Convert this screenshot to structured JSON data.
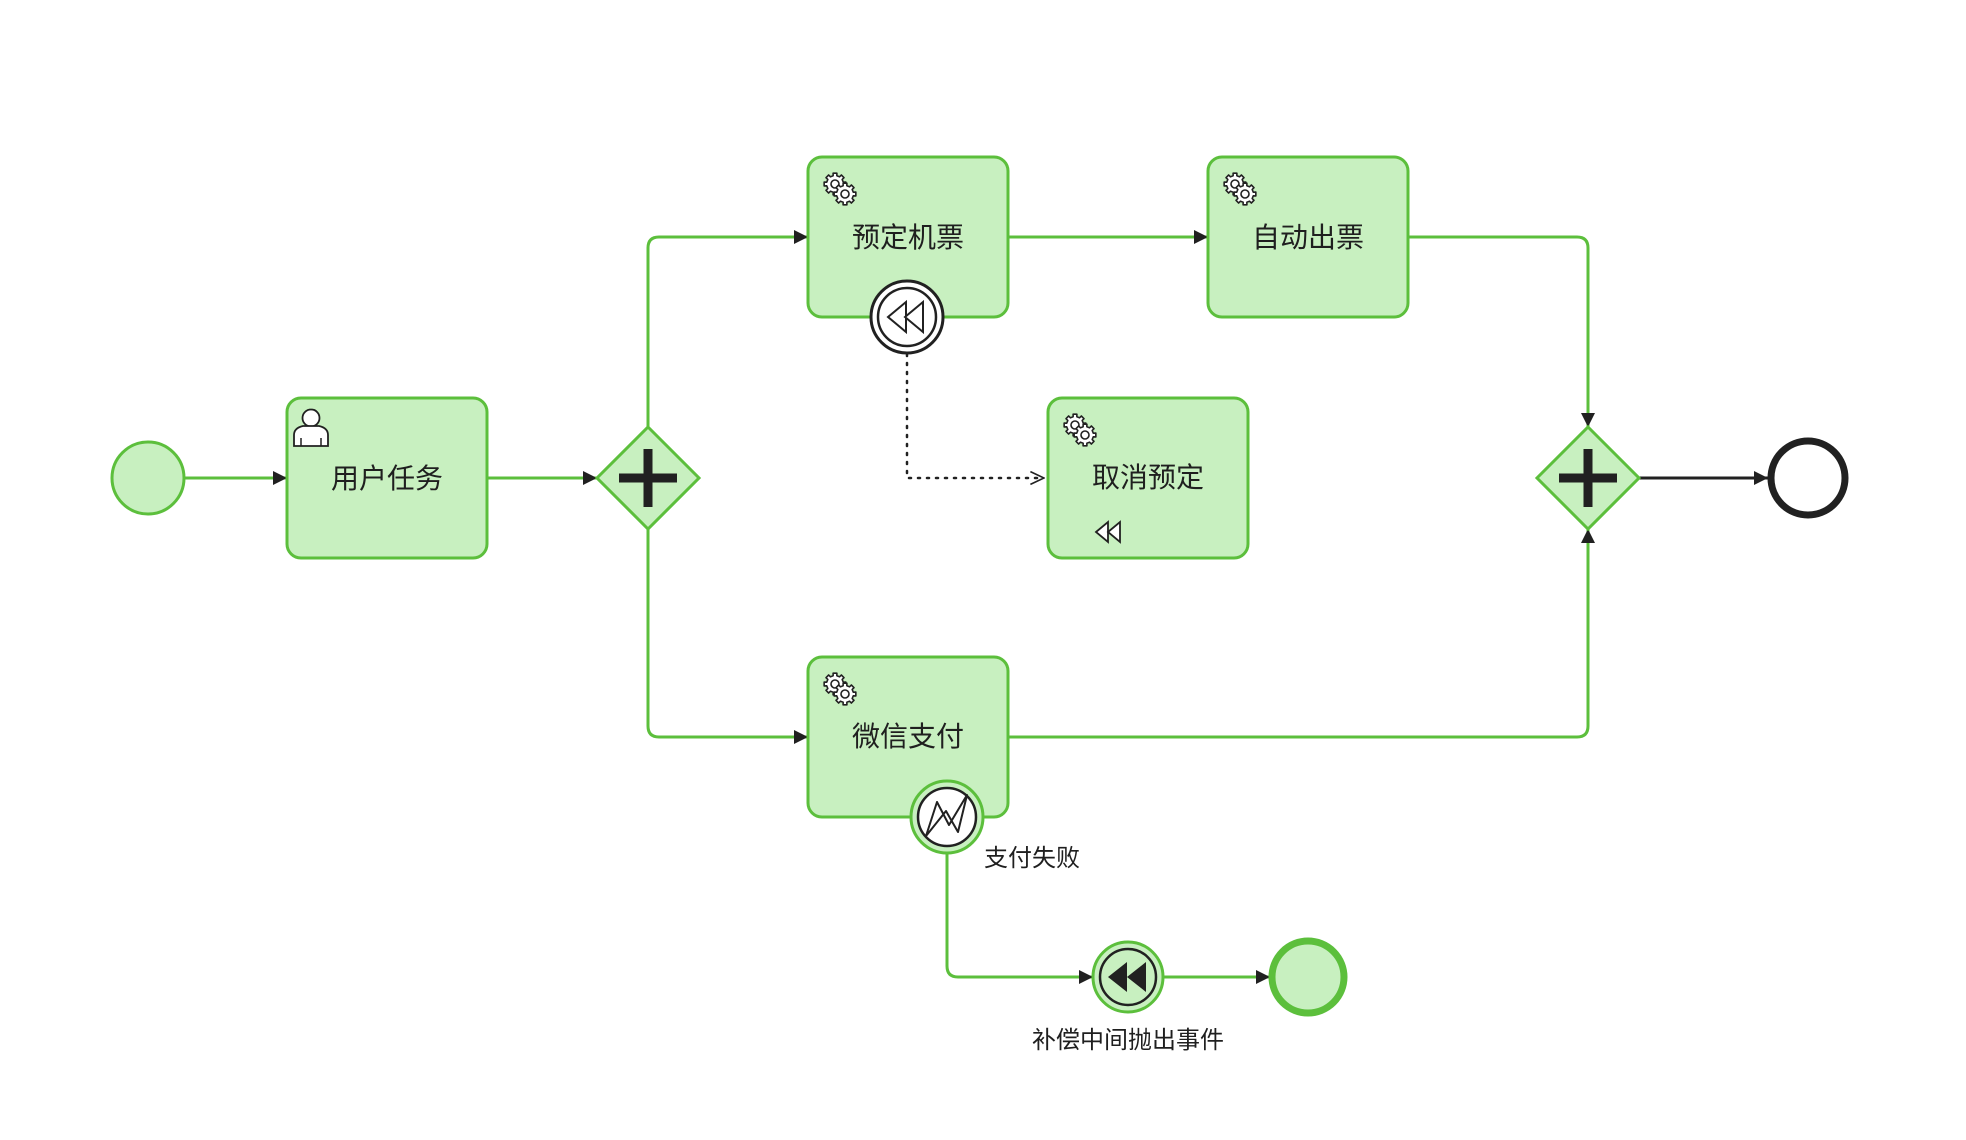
{
  "diagram": {
    "colors": {
      "fill": "#c8f0c0",
      "stroke": "#5cbf3c",
      "dark": "#212121",
      "background": "#ffffff"
    },
    "tasks": {
      "user_task": {
        "label": "用户任务",
        "icon": "user-icon"
      },
      "book_ticket": {
        "label": "预定机票",
        "icon": "gear-icon"
      },
      "auto_issue": {
        "label": "自动出票",
        "icon": "gear-icon"
      },
      "cancel_booking": {
        "label": "取消预定",
        "icon": "gear-icon",
        "marker": "compensation-marker-icon"
      },
      "wechat_pay": {
        "label": "微信支付",
        "icon": "gear-icon"
      }
    },
    "events": {
      "start": {
        "type": "start-event"
      },
      "end": {
        "type": "end-event"
      },
      "compensation_boundary": {
        "type": "compensation-boundary-event",
        "icon": "rewind-icon"
      },
      "error_boundary": {
        "type": "error-boundary-event",
        "label": "支付失败",
        "icon": "lightning-icon"
      },
      "compensation_throw": {
        "type": "compensation-intermediate-throw-event",
        "label": "补偿中间抛出事件",
        "icon": "rewind-filled-icon"
      },
      "secondary_end": {
        "type": "end-event"
      }
    },
    "gateways": {
      "split": {
        "type": "parallel-gateway",
        "icon": "plus-icon"
      },
      "join": {
        "type": "parallel-gateway",
        "icon": "plus-icon"
      }
    }
  }
}
